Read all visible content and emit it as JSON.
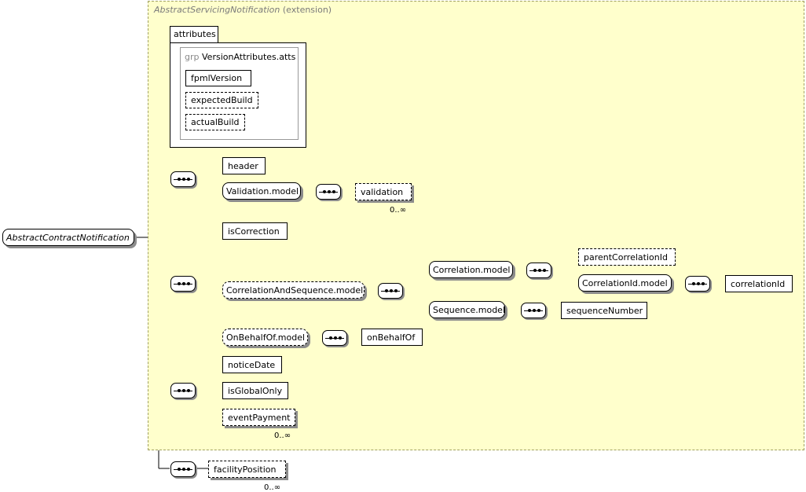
{
  "extension": {
    "base_name": "AbstractServicingNotification",
    "kind": "(extension)"
  },
  "root": {
    "label": "AbstractContractNotification"
  },
  "attributes": {
    "tab_label": "attributes",
    "group_keyword": "grp",
    "group_name": "VersionAttributes.atts",
    "items": [
      "fpmlVersion",
      "expectedBuild",
      "actualBuild"
    ]
  },
  "elements": {
    "header": "header",
    "validation_model": "Validation.model",
    "validation": "validation",
    "is_correction": "isCorrection",
    "correlation_and_sequence_model": "CorrelationAndSequence.model",
    "correlation_model": "Correlation.model",
    "parent_correlation_id": "parentCorrelationId",
    "correlation_id_model": "CorrelationId.model",
    "correlation_id": "correlationId",
    "sequence_model": "Sequence.model",
    "sequence_number": "sequenceNumber",
    "on_behalf_of_model": "OnBehalfOf.model",
    "on_behalf_of": "onBehalfOf",
    "notice_date": "noticeDate",
    "is_global_only": "isGlobalOnly",
    "event_payment": "eventPayment",
    "facility_position": "facilityPosition"
  },
  "occurrences": {
    "validation": "0..∞",
    "event_payment": "0..∞",
    "facility_position": "0..∞"
  },
  "icons": {
    "sequence": "sequence-compositor-icon"
  },
  "colors": {
    "extension_background": "#ffffcc",
    "extension_border": "#a0a060",
    "node_shadow": "#8c8c8c"
  }
}
